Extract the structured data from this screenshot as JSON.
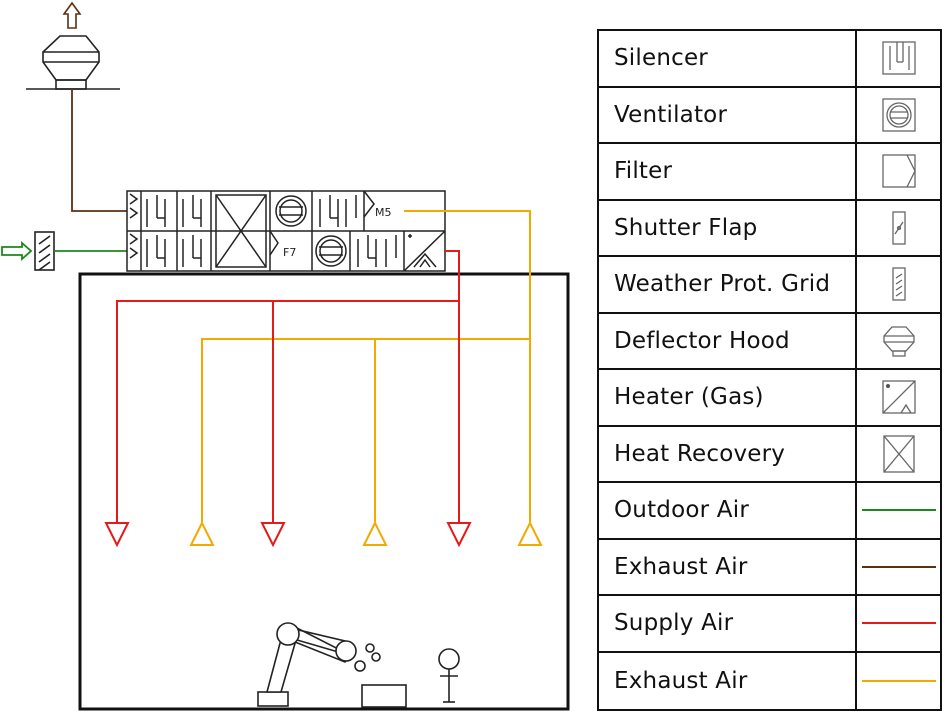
{
  "colors": {
    "outdoor_air": "#1a8a1a",
    "exhaust_air_brown": "#5a3010",
    "supply_air": "#e31b1b",
    "exhaust_air_orange": "#f2a900",
    "line": "#222222"
  },
  "ahu": {
    "filter_lower_label": "F7",
    "filter_upper_label": "M5"
  },
  "legend": {
    "items": [
      {
        "label": "Silencer",
        "icon": "silencer-icon"
      },
      {
        "label": "Ventilator",
        "icon": "ventilator-icon"
      },
      {
        "label": "Filter",
        "icon": "filter-icon"
      },
      {
        "label": "Shutter Flap",
        "icon": "shutter-flap-icon"
      },
      {
        "label": "Weather Prot. Grid",
        "icon": "weather-grid-icon"
      },
      {
        "label": "Deflector Hood",
        "icon": "deflector-hood-icon"
      },
      {
        "label": "Heater (Gas)",
        "icon": "gas-heater-icon"
      },
      {
        "label": "Heat Recovery",
        "icon": "heat-recovery-icon"
      },
      {
        "label": "Outdoor Air",
        "icon": "outdoor-air-line"
      },
      {
        "label": "Exhaust Air",
        "icon": "exhaust-air-brown-line"
      },
      {
        "label": "Supply Air",
        "icon": "supply-air-line"
      },
      {
        "label": "Exhaust Air",
        "icon": "exhaust-air-orange-line"
      }
    ]
  }
}
